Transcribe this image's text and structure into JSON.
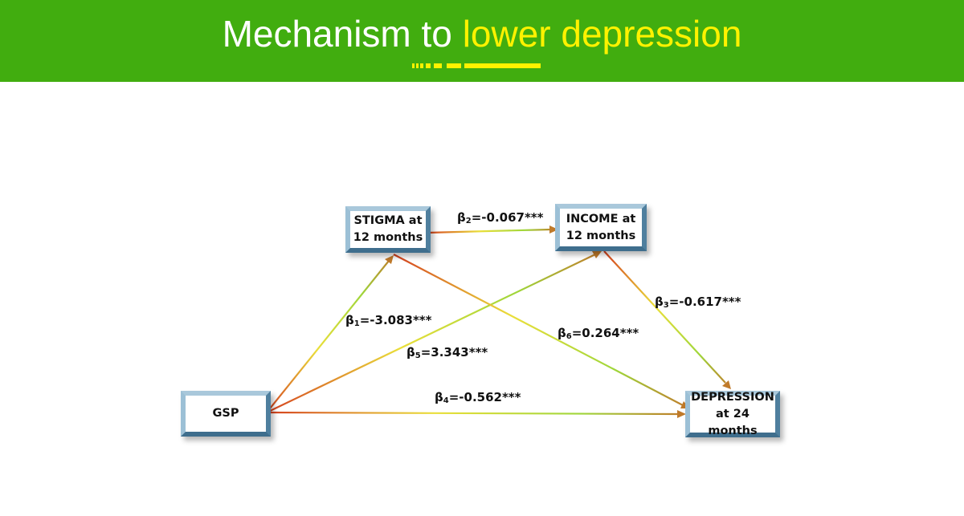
{
  "header": {
    "title_part1": "Mechanism to ",
    "title_part2": "lower depression",
    "banner_color": "#41ad0f",
    "highlight_color": "#fff200"
  },
  "nodes": {
    "stigma": "STIGMA at\n12 months",
    "income": "INCOME at\n12 months",
    "gsp": "GSP",
    "depression": "DEPRESSION\nat 24 months"
  },
  "paths": {
    "b1": {
      "symbol": "β",
      "index": "1",
      "value": "=-3.083***",
      "from": "GSP",
      "to": "STIGMA at 12 months"
    },
    "b2": {
      "symbol": "β",
      "index": "2",
      "value": "=-0.067***",
      "from": "STIGMA at 12 months",
      "to": "INCOME at 12 months"
    },
    "b3": {
      "symbol": "β",
      "index": "3",
      "value": "=-0.617***",
      "from": "INCOME at 12 months",
      "to": "DEPRESSION at 24 months"
    },
    "b4": {
      "symbol": "β",
      "index": "4",
      "value": "=-0.562***",
      "from": "GSP",
      "to": "DEPRESSION at 24 months"
    },
    "b5": {
      "symbol": "β",
      "index": "5",
      "value": "=3.343***",
      "from": "GSP",
      "to": "INCOME at 12 months"
    },
    "b6": {
      "symbol": "β",
      "index": "6",
      "value": "=0.264***",
      "from": "STIGMA at 12 months",
      "to": "DEPRESSION at 24 months"
    }
  },
  "colors": {
    "arrow_start": "#d5401f",
    "arrow_mid_1": "#eadf3a",
    "arrow_mid_2": "#9fd63a",
    "arrow_end": "#c07a2a",
    "box_border": "#7fa8c2"
  }
}
